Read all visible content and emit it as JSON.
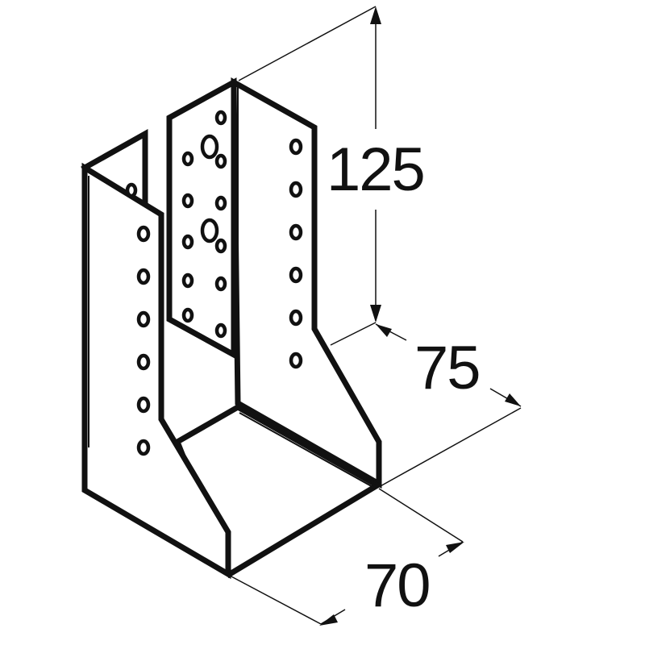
{
  "drawing": {
    "subject": "joist-hanger-bracket",
    "line_color": "#111111",
    "background": "#ffffff"
  },
  "dimensions": {
    "height": "125",
    "depth": "75",
    "width": "70"
  }
}
